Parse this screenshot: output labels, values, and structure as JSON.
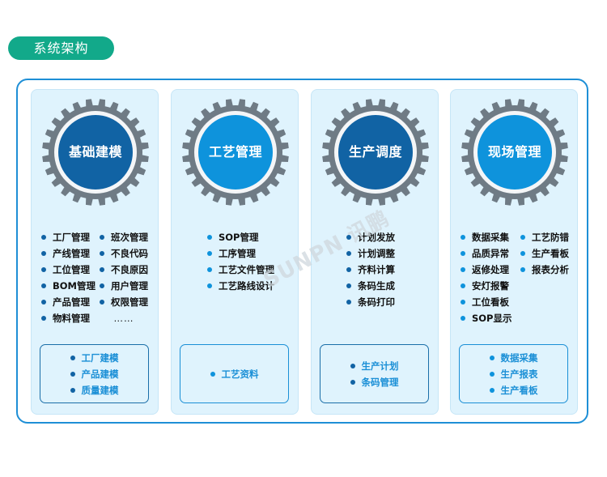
{
  "header": {
    "title": "系统架构",
    "title_bg": "#12a98a"
  },
  "frame": {
    "border_color": "#1e8fd6"
  },
  "columns": [
    {
      "title": "基础建模",
      "circle_color": "#1163a4",
      "features_left": [
        "工厂管理",
        "产线管理",
        "工位管理",
        "BOM管理",
        "产品管理",
        "物料管理"
      ],
      "features_right": [
        "班次管理",
        "不良代码",
        "不良原因",
        "用户管理",
        "权限管理",
        "……"
      ],
      "box_items": [
        "工厂建模",
        "产品建模",
        "质量建模"
      ]
    },
    {
      "title": "工艺管理",
      "circle_color": "#0e93dc",
      "features": [
        "SOP管理",
        "工序管理",
        "工艺文件管理",
        "工艺路线设计"
      ],
      "box_items": [
        "工艺资料"
      ]
    },
    {
      "title": "生产调度",
      "circle_color": "#1163a4",
      "features": [
        "计划发放",
        "计划调整",
        "齐料计算",
        "条码生成",
        "条码打印"
      ],
      "box_items": [
        "生产计划",
        "条码管理"
      ]
    },
    {
      "title": "现场管理",
      "circle_color": "#0e93dc",
      "features_left": [
        "数据采集",
        "品质异常",
        "返修处理",
        "安灯报警",
        "工位看板",
        "SOP显示"
      ],
      "features_right": [
        "工艺防错",
        "生产看板",
        "报表分析"
      ],
      "box_items": [
        "数据采集",
        "生产报表",
        "生产看板"
      ]
    }
  ],
  "watermark": "SUNPN 讯鹏",
  "icons": {
    "gear": "gear-icon",
    "bullet": "bullet-dot-icon"
  }
}
